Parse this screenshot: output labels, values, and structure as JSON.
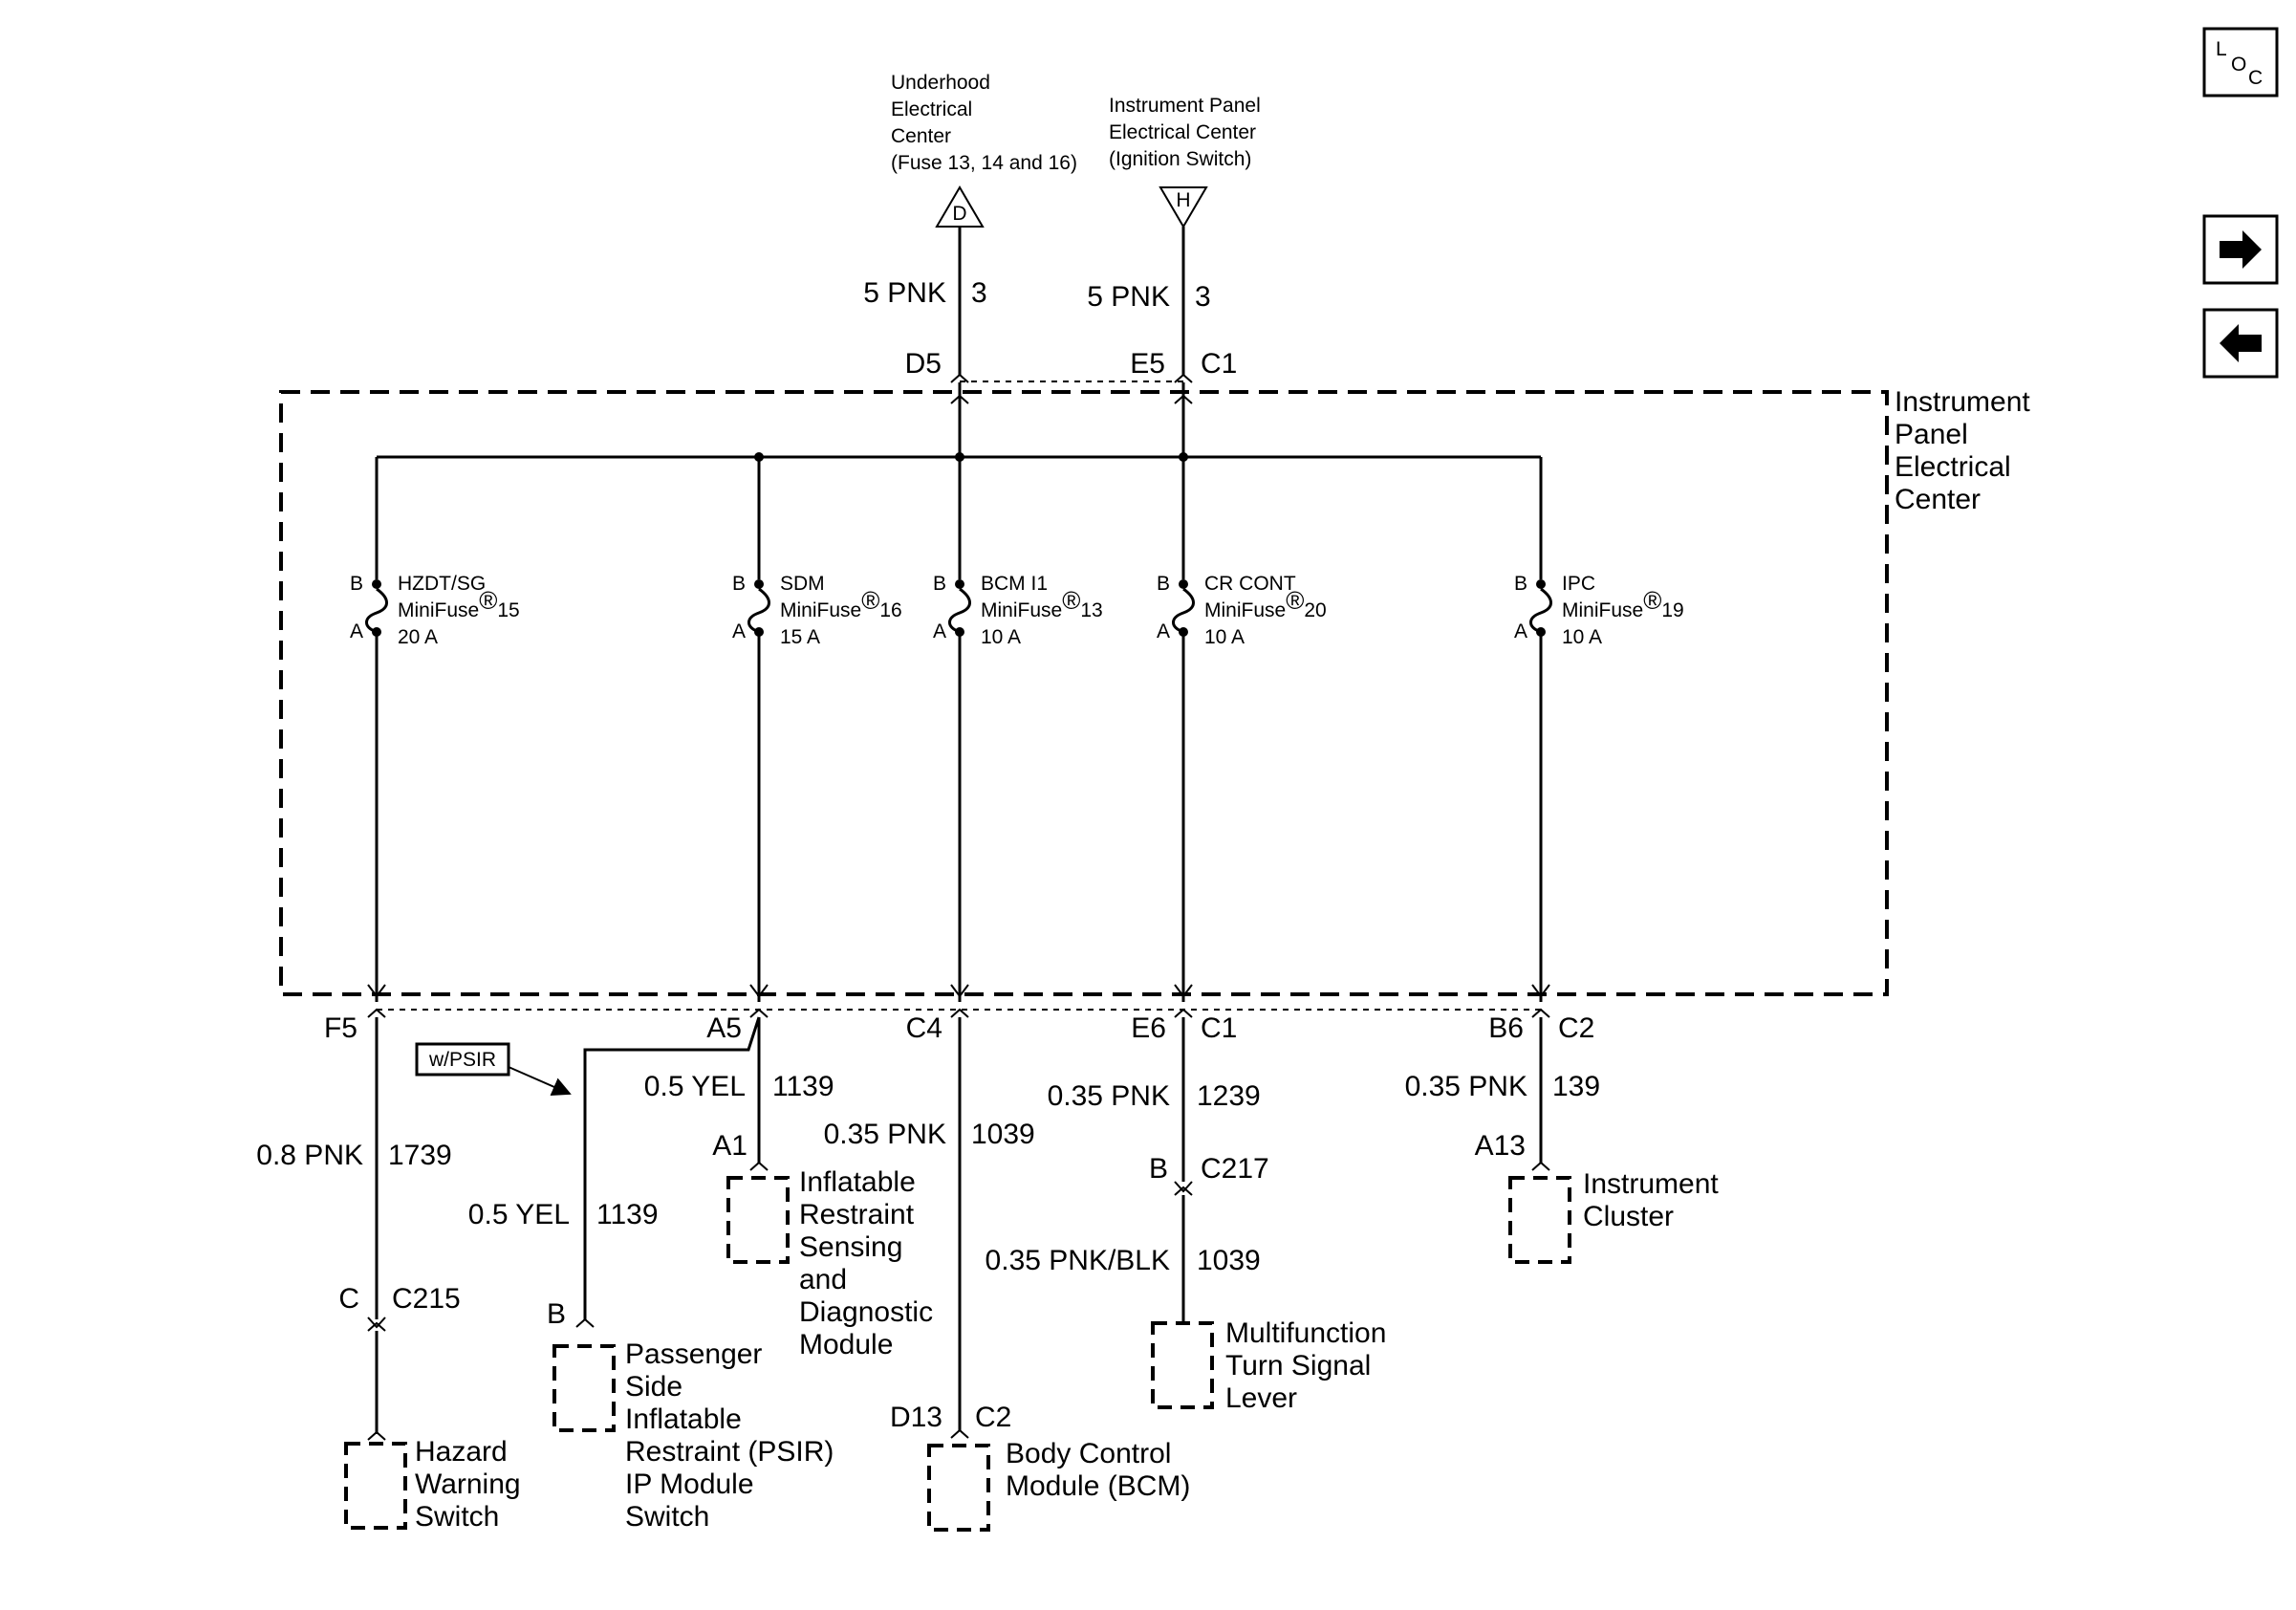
{
  "sources": {
    "underhood": {
      "lines": [
        "Underhood",
        "Electrical",
        "Center",
        "(Fuse 13, 14 and 16)"
      ],
      "symbol": "D"
    },
    "ipec": {
      "lines": [
        "Instrument Panel",
        "Electrical Center",
        "(Ignition Switch)"
      ],
      "symbol": "H"
    }
  },
  "feeds": [
    {
      "wire": "5 PNK",
      "circuit": "3",
      "pin": "D5",
      "connector": ""
    },
    {
      "wire": "5 PNK",
      "circuit": "3",
      "pin": "E5",
      "connector": "C1"
    }
  ],
  "panel": {
    "lines": [
      "Instrument",
      "Panel",
      "Electrical",
      "Center"
    ]
  },
  "fuses": [
    {
      "name": "HZDT/SG",
      "type": "MiniFuse",
      "number": "15",
      "rating": "20 A",
      "pin_b": "B",
      "pin_a": "A"
    },
    {
      "name": "SDM",
      "type": "MiniFuse",
      "number": "16",
      "rating": "15 A",
      "pin_b": "B",
      "pin_a": "A"
    },
    {
      "name": "BCM I1",
      "type": "MiniFuse",
      "number": "13",
      "rating": "10 A",
      "pin_b": "B",
      "pin_a": "A"
    },
    {
      "name": "CR CONT",
      "type": "MiniFuse",
      "number": "20",
      "rating": "10 A",
      "pin_b": "B",
      "pin_a": "A"
    },
    {
      "name": "IPC",
      "type": "MiniFuse",
      "number": "19",
      "rating": "10 A",
      "pin_b": "B",
      "pin_a": "A"
    }
  ],
  "registered_mark": "R",
  "outputs": {
    "f5": {
      "pin": "F5",
      "connector": ""
    },
    "a5": {
      "pin": "A5",
      "connector": ""
    },
    "c4": {
      "pin": "C4",
      "connector": ""
    },
    "e6": {
      "pin": "E6",
      "connector": "C1"
    },
    "b6": {
      "pin": "B6",
      "connector": "C2"
    }
  },
  "option_tag": "w/PSIR",
  "wires": {
    "hazard": {
      "gauge": "0.8 PNK",
      "circuit": "1739"
    },
    "psir": {
      "gauge": "0.5 YEL",
      "circuit": "1139"
    },
    "sdm": {
      "gauge": "0.5 YEL",
      "circuit": "1139"
    },
    "bcm": {
      "gauge": "0.35 PNK",
      "circuit": "1039"
    },
    "mfsw_upper": {
      "gauge": "0.35 PNK",
      "circuit": "1239"
    },
    "mfsw_lower": {
      "gauge": "0.35 PNK/BLK",
      "circuit": "1039"
    },
    "ipc": {
      "gauge": "0.35 PNK",
      "circuit": "139"
    }
  },
  "inline_connectors": {
    "c215": {
      "pin": "C",
      "connector": "C215"
    },
    "c217": {
      "pin": "B",
      "connector": "C217"
    }
  },
  "components": {
    "hazard": {
      "pin": "",
      "connector": "",
      "lines": [
        "Hazard",
        "Warning",
        "Switch"
      ]
    },
    "psir": {
      "pin": "B",
      "connector": "",
      "lines": [
        "Passenger",
        "Side",
        "Inflatable",
        "Restraint (PSIR)",
        "IP Module",
        "Switch"
      ]
    },
    "sdm": {
      "pin": "A1",
      "connector": "",
      "lines": [
        "Inflatable",
        "Restraint",
        "Sensing",
        "and",
        "Diagnostic",
        "Module"
      ]
    },
    "bcm": {
      "pin": "D13",
      "connector": "C2",
      "lines": [
        "Body Control",
        "Module (BCM)"
      ]
    },
    "mfsw": {
      "pin": "",
      "connector": "",
      "lines": [
        "Multifunction",
        "Turn Signal",
        "Lever"
      ]
    },
    "ipc": {
      "pin": "A13",
      "connector": "",
      "lines": [
        "Instrument",
        "Cluster"
      ]
    }
  },
  "nav": {
    "loc": {
      "letters": [
        "L",
        "O",
        "C"
      ],
      "icon": "loc-icon"
    },
    "next": {
      "icon": "arrow-right-icon"
    },
    "prev": {
      "icon": "arrow-left-icon"
    }
  }
}
